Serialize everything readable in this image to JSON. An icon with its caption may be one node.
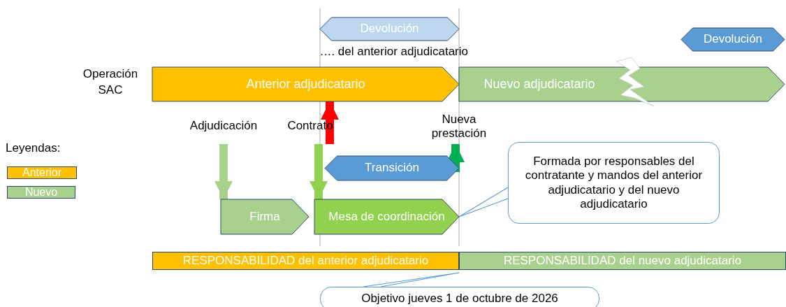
{
  "diagram": {
    "nodes": [
      {
        "text": [
          "Devolución"
        ],
        "beside": [
          "…. del anterior adjudicatario"
        ]
      },
      {
        "text": [
          "Devolución"
        ]
      },
      {
        "text": [
          "Anterior adjudicatario"
        ]
      },
      {
        "text": [
          "Nuevo adjudicatario"
        ]
      },
      {
        "text": [
          "Adjudicación"
        ]
      },
      {
        "text": [
          "Contrato"
        ]
      },
      {
        "text": [
          "Nueva prestación"
        ]
      },
      {
        "text": [
          "Transición"
        ]
      },
      {
        "text": [
          "Formada por responsables del contratante y mandos del anterior adjudicatario y del nuevo adjudicatario"
        ]
      },
      {
        "text": [
          "Firma"
        ]
      },
      {
        "text": [
          "Mesa de coordinación"
        ]
      },
      {
        "text": [
          "RESPONSABILIDAD del anterior adjudicatario"
        ]
      },
      {
        "text": [
          "RESPONSABILIDAD del nuevo adjudicatario"
        ]
      },
      {
        "text": [
          "Objetivo jueves 1 de octubre de 2026"
        ]
      }
    ],
    "edges": [
      {
        "from": 4,
        "to": 9,
        "arrow": "to",
        "color": "#a9d18e"
      },
      {
        "from": 5,
        "to": 10,
        "arrow": "to",
        "color": "#92d050"
      },
      {
        "from": 5,
        "to": 2,
        "arrow": "to",
        "color": "#ff0000"
      },
      {
        "from": 7,
        "to": 6,
        "arrow": "to",
        "color": "#00b050"
      },
      {
        "from": 8,
        "to": 10,
        "arrow": "none"
      },
      {
        "from": 13,
        "to": null,
        "arrow": "none"
      }
    ],
    "labels": [
      "Operación SAC",
      "Leyendas:"
    ],
    "legend": [
      {
        "text": "Anterior",
        "color": "#ffc000"
      },
      {
        "text": "Nuevo",
        "color": "#a9d18e"
      }
    ]
  }
}
